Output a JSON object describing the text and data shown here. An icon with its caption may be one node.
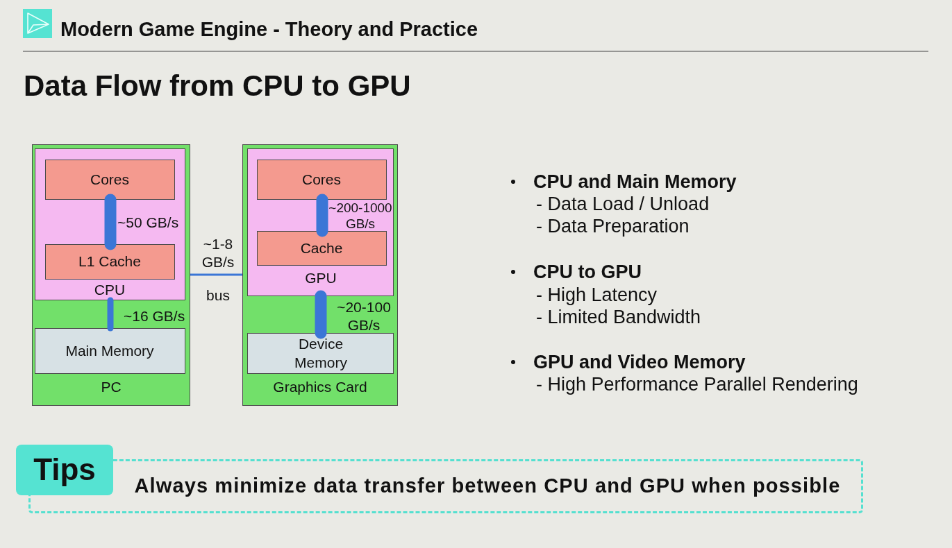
{
  "diagram": {
    "title": "Data Flow from CPU to GPU",
    "nodes": [
      {
        "text": [
          "PC"
        ]
      },
      {
        "text": [
          "CPU"
        ],
        "in": 0
      },
      {
        "text": [
          "Cores"
        ],
        "in": 1
      },
      {
        "text": [
          "L1 Cache"
        ],
        "in": 1
      },
      {
        "text": [
          "Main Memory"
        ],
        "in": 0
      },
      {
        "text": [
          "Graphics Card"
        ]
      },
      {
        "text": [
          "GPU"
        ],
        "in": 5
      },
      {
        "text": [
          "Cores"
        ],
        "in": 6
      },
      {
        "text": [
          "Cache"
        ],
        "in": 6
      },
      {
        "text": [
          "Device Memory"
        ],
        "in": 5
      },
      {
        "text": [
          "Tips"
        ]
      },
      {
        "text": [
          "Always minimize data transfer between CPU and GPU when possible"
        ]
      }
    ],
    "edges": [
      {
        "from": 2,
        "to": 3,
        "arrow": "none",
        "label": "~50 GB/s"
      },
      {
        "from": 1,
        "to": 4,
        "arrow": "none",
        "label": "~16 GB/s"
      },
      {
        "from": 0,
        "to": 5,
        "arrow": "none",
        "label": "~1-8 GB/s"
      },
      {
        "from": 7,
        "to": 8,
        "arrow": "none",
        "label": "~200-1000 GB/s"
      },
      {
        "from": 6,
        "to": 9,
        "arrow": "none",
        "label": "~20-100 GB/s"
      }
    ],
    "labels": [
      "Modern Game Engine - Theory and Practice",
      "bus",
      "CPU and Main Memory",
      "- Data Load / Unload",
      "- Data Preparation",
      "CPU to GPU",
      "- High Latency",
      "- Limited Bandwidth",
      "GPU and Video Memory",
      "- High Performance Parallel Rendering"
    ]
  }
}
